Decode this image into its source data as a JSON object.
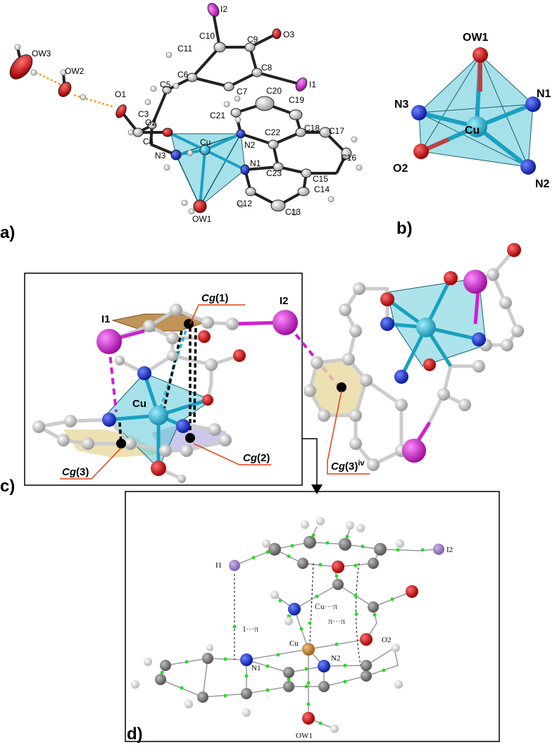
{
  "panels": {
    "a": "a)",
    "b": "b)",
    "c": "c)",
    "d": "d)"
  },
  "panel_a": {
    "atoms": [
      "OW3",
      "OW2",
      "O1",
      "C3",
      "O2",
      "C4",
      "N3",
      "C5",
      "C6",
      "C7",
      "C8",
      "I1",
      "C9",
      "O3",
      "C10",
      "I2",
      "C11",
      "Cu",
      "N2",
      "N1",
      "C21",
      "C20",
      "C19",
      "C18",
      "C17",
      "C16",
      "C22",
      "C23",
      "C15",
      "C14",
      "C13",
      "C12",
      "OW1"
    ]
  },
  "panel_b": {
    "atoms": [
      "OW1",
      "N3",
      "N1",
      "Cu",
      "O2",
      "N2"
    ]
  },
  "panel_c": {
    "labels": {
      "I1": "I1",
      "I2": "I2",
      "Cu": "Cu",
      "cg1_prefix": "Cg",
      "cg1_suffix": "(1)",
      "cg2_prefix": "Cg",
      "cg2_suffix": "(2)",
      "cg3_prefix": "Cg",
      "cg3_suffix": "(3)",
      "cg3iv_prefix": "Cg",
      "cg3iv_suffix": "(3)",
      "cg3iv_sup": "iv"
    }
  },
  "panel_d": {
    "labels": {
      "I1": "I1",
      "I2": "I2",
      "N1": "N1",
      "N2": "N2",
      "Cu": "Cu",
      "O2": "O2",
      "OW1": "OW1",
      "cu_pi": "Cu···π",
      "pi_pi": "π···π",
      "i_pi": "I···π"
    }
  },
  "colors": {
    "carbon": "#d8d8d8",
    "nitrogen": "#1028d8",
    "oxygen": "#e01010",
    "iodine": "#d020d0",
    "copper": "#29b6d8",
    "polyhedron": "#5cc8d8",
    "hbond": "#e8a020",
    "bcp": "#22dd22"
  }
}
